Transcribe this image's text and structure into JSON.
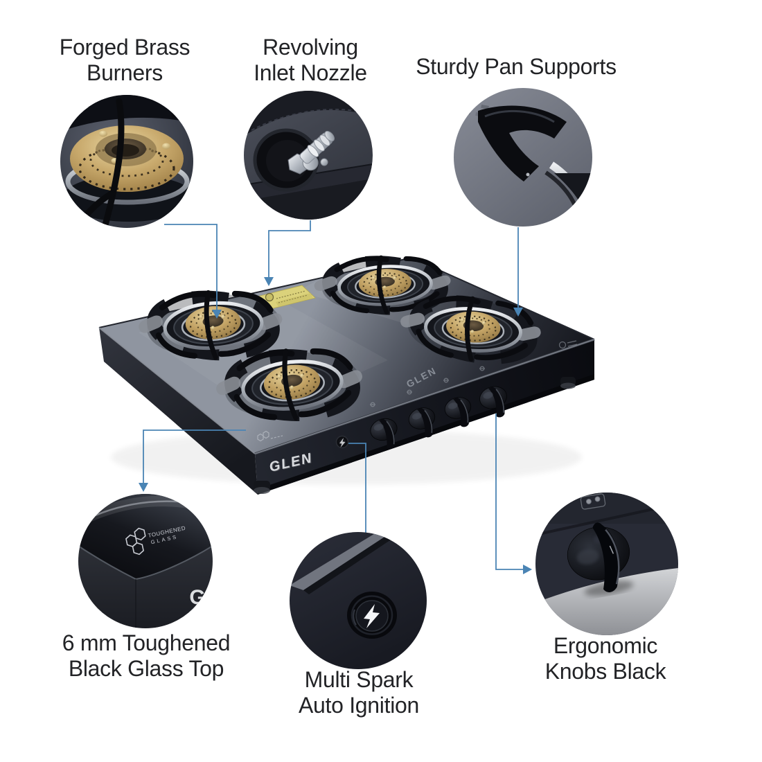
{
  "colors": {
    "accent": "#4a84b4",
    "label_text": "#222326",
    "brass": "#c9a766",
    "glass_black": "#15171d",
    "sticker_yellow": "#dbd27b"
  },
  "callouts": [
    {
      "id": "forged-brass-burners",
      "label": "Forged Brass\nBurners"
    },
    {
      "id": "revolving-inlet-nozzle",
      "label": "Revolving\nInlet Nozzle"
    },
    {
      "id": "sturdy-pan-supports",
      "label": "Sturdy Pan Supports"
    },
    {
      "id": "toughened-glass-top",
      "label": "6 mm Toughened\nBlack Glass Top"
    },
    {
      "id": "auto-ignition",
      "label": "Multi Spark\nAuto Ignition"
    },
    {
      "id": "ergonomic-knobs",
      "label": "Ergonomic\nKnobs Black"
    }
  ],
  "brand": {
    "name": "GLEN",
    "glass_print": "GLEN"
  },
  "glass_logo": {
    "line1": "TOUGHENED",
    "line2": "GLASS",
    "partial_letter": "G"
  }
}
